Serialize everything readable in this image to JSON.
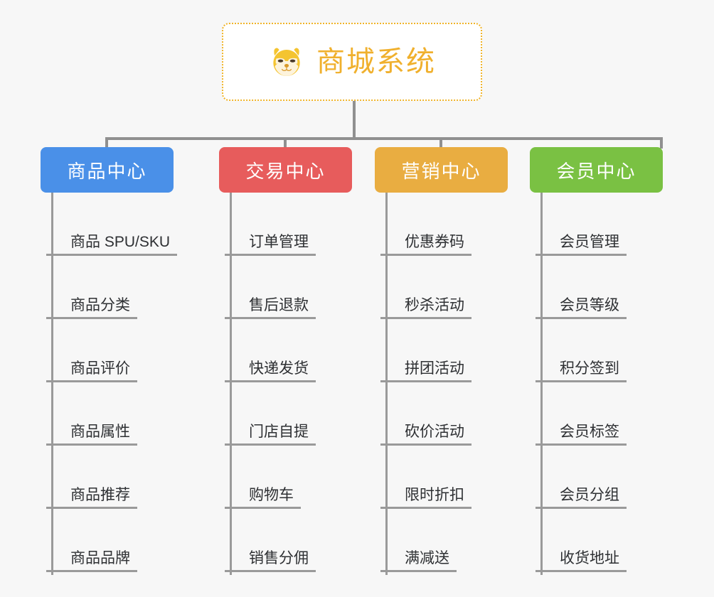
{
  "background_color": "#f7f7f7",
  "root": {
    "icon": "dog-face-emoji",
    "title": "商城系统",
    "text_color": "#f0b02d",
    "border_color": "#f0b429"
  },
  "line_color": "#909090",
  "columns": [
    {
      "id": "product-center",
      "header": "商品中心",
      "color": "#4a90e8",
      "items": [
        "商品 SPU/SKU",
        "商品分类",
        "商品评价",
        "商品属性",
        "商品推荐",
        "商品品牌"
      ]
    },
    {
      "id": "trade-center",
      "header": "交易中心",
      "color": "#e75c5c",
      "items": [
        "订单管理",
        "售后退款",
        "快递发货",
        "门店自提",
        "购物车",
        "销售分佣"
      ]
    },
    {
      "id": "marketing-center",
      "header": "营销中心",
      "color": "#e9ad41",
      "items": [
        "优惠券码",
        "秒杀活动",
        "拼团活动",
        "砍价活动",
        "限时折扣",
        "满减送"
      ]
    },
    {
      "id": "member-center",
      "header": "会员中心",
      "color": "#7ac143",
      "items": [
        "会员管理",
        "会员等级",
        "积分签到",
        "会员标签",
        "会员分组",
        "收货地址"
      ]
    }
  ]
}
